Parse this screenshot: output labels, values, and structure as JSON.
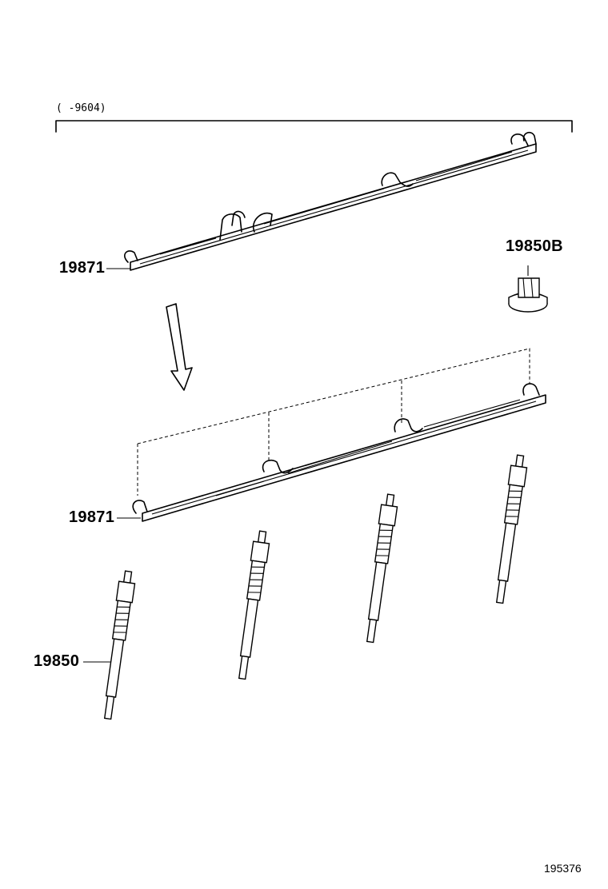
{
  "diagram": {
    "date_range": "(      -9604)",
    "parts": {
      "bus_bar_upper": "19871",
      "bus_bar_lower": "19871",
      "nut": "19850B",
      "glow_plug": "19850"
    },
    "illustration_number": "195376"
  }
}
